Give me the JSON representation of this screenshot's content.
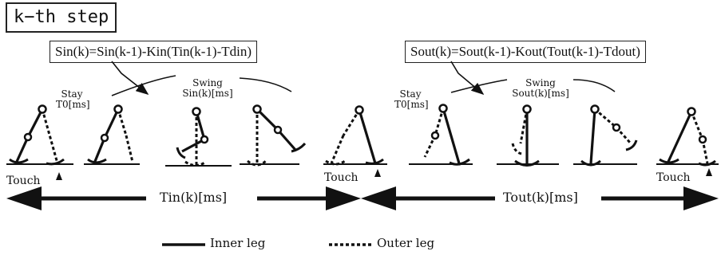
{
  "title": "k−th step",
  "formula_inner": "Sin(k)=Sin(k-1)-Kin(Tin(k-1)-Tdin)",
  "formula_outer": "Sout(k)=Sout(k-1)-Kout(Tout(k-1)-Tdout)",
  "phases": {
    "stay_label": "Stay",
    "stay_time": "T0[ms]",
    "swing_label": "Swing",
    "swing_in_time": "Sin(k)[ms]",
    "swing_out_time": "Sout(k)[ms]"
  },
  "touch_label": "Touch",
  "period_inner": "Tin(k)[ms]",
  "period_outer": "Tout(k)[ms]",
  "legend": {
    "inner": "Inner leg",
    "outer": "Outer leg"
  }
}
